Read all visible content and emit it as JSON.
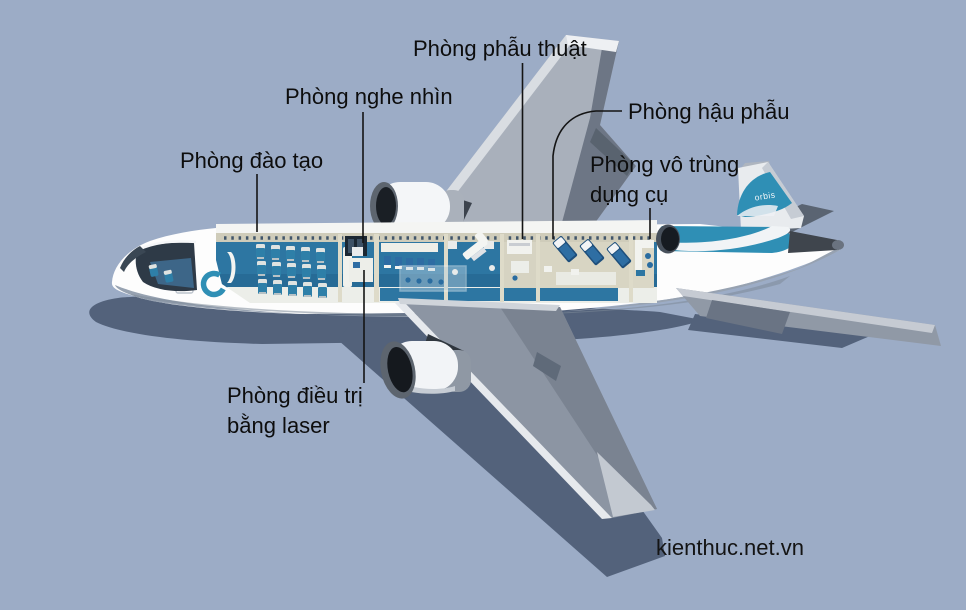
{
  "colors": {
    "background": "#9cacc6",
    "shadow": "#53627b",
    "teal": "#2f8fb5",
    "floor": "#2d76a2",
    "floor-dark": "#276b96",
    "beige": "#d5d2c0",
    "bed": "#1e4f7c",
    "ink": "#141414"
  },
  "labels": {
    "surgery": {
      "text": "Phòng phẫu thuật"
    },
    "audio_visual": {
      "text": "Phòng nghe nhìn"
    },
    "post_op": {
      "text": "Phòng hậu phẫu"
    },
    "training": {
      "text": "Phòng đào tạo"
    },
    "sterile_instruments": {
      "line1": "Phòng vô trùng",
      "line2": "dụng cụ"
    },
    "laser_treatment": {
      "line1": "Phòng điều trị",
      "line2": "bằng laser"
    }
  },
  "watermark": {
    "text": "kienthuc.net.vn"
  },
  "aircraft": {
    "tail_logo_text": "orbis"
  }
}
